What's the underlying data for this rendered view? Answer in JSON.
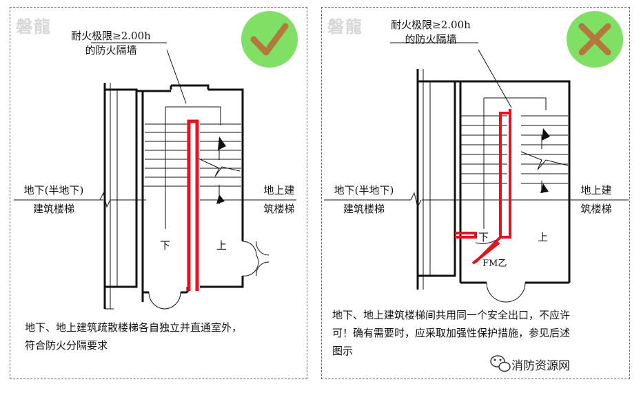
{
  "colors": {
    "wall": "#111111",
    "firewall": "#e0141e",
    "check_bg": "#80df65",
    "mark": "#b4783c",
    "dash": "#666666"
  },
  "watermark": "磐龍",
  "left": {
    "icon": "check-icon",
    "wall_label": [
      "耐火极限≥2.00h",
      "的防火隔墙"
    ],
    "basement_label": [
      "地下(半地下)",
      "建筑楼梯"
    ],
    "above_label": [
      "地上建",
      "筑楼梯"
    ],
    "down": "下",
    "up": "上",
    "caption": [
      "地下、地上建筑疏散楼梯各自独立并直通室外，",
      "符合防火分隔要求"
    ]
  },
  "right": {
    "icon": "cross-icon",
    "wall_label": [
      "耐火极限≥2.00h",
      "的防火隔墙"
    ],
    "basement_label": [
      "地下(半地下)",
      "建筑楼梯"
    ],
    "above_label": [
      "地上建",
      "筑楼梯"
    ],
    "down": "下",
    "up": "上",
    "door_label": "FM乙",
    "caption": [
      "地下、地上建筑楼梯间共用同一个安全出口，不应许",
      "可！确有需要时，应采取加强性保护措施，参见后述",
      "图示"
    ]
  },
  "footer": {
    "icon": "wechat-icon",
    "text": "消防资源网"
  }
}
